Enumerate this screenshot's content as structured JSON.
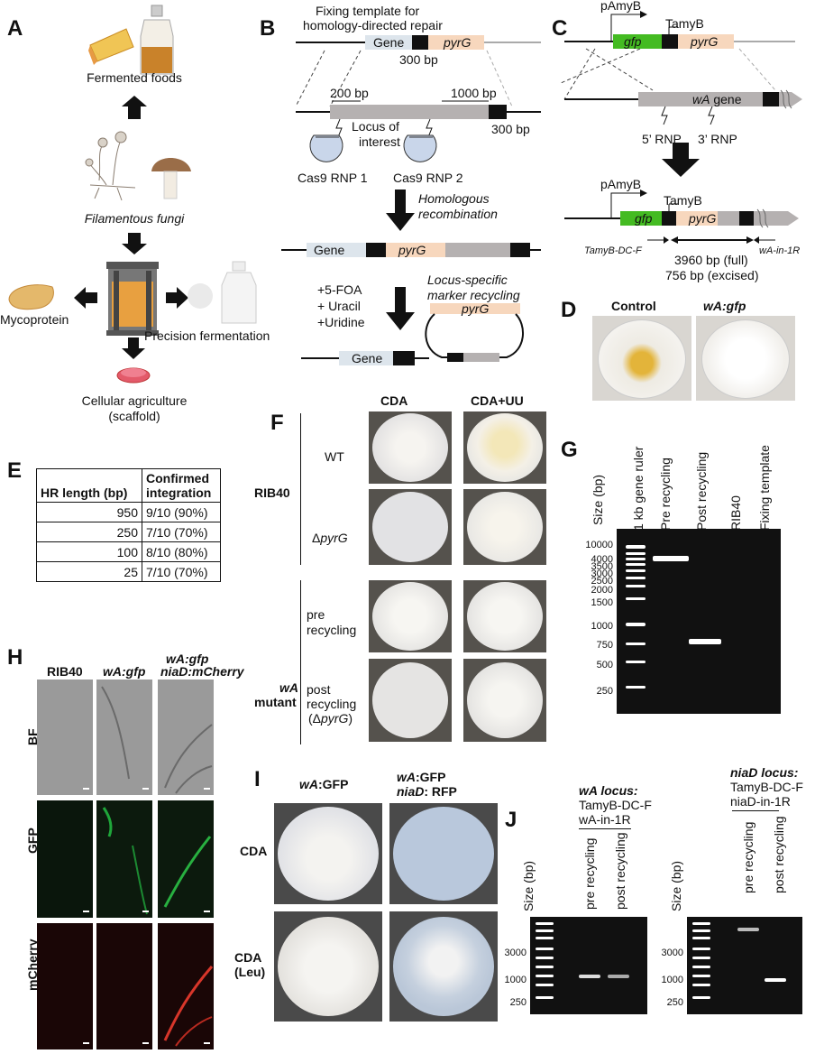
{
  "panels": {
    "A": "A",
    "B": "B",
    "C": "C",
    "D": "D",
    "E": "E",
    "F": "F",
    "G": "G",
    "H": "H",
    "I": "I",
    "J": "J"
  },
  "panelA": {
    "fermented_foods": "Fermented foods",
    "filamentous_fungi": "Filamentous fungi",
    "mycoprotein": "Mycoprotein",
    "precision_fermentation": "Precision fermentation",
    "cellular_agriculture": "Cellular agriculture",
    "scaffold": "(scaffold)"
  },
  "panelB": {
    "fixing_template_l1": "Fixing template for",
    "fixing_template_l2": "homology-directed repair",
    "gene": "Gene",
    "pyrG": "pyrG",
    "bp300_top": "300 bp",
    "bp200": "200 bp",
    "bp1000": "1000 bp",
    "bp300_right": "300 bp",
    "locus_l1": "Locus of",
    "locus_l2": "interest",
    "cas9_1": "Cas9 RNP 1",
    "cas9_2": "Cas9 RNP 2",
    "homologous_l1": "Homologous",
    "homologous_l2": "recombination",
    "gene2": "Gene",
    "pyrG2": "pyrG",
    "foa": "+5-FOA",
    "uracil": "+ Uracil",
    "uridine": "+Uridine",
    "locus_specific_l1": "Locus-specific",
    "locus_specific_l2": "marker recycling",
    "pyrG3": "pyrG",
    "gene3": "Gene"
  },
  "panelC": {
    "pAmyB": "pAmyB",
    "TamyB": "TamyB",
    "gfp": "gfp",
    "pyrG": "pyrG",
    "wA_gene_italic": "wA",
    "wA_gene_rest": " gene",
    "rnp5": "5’ RNP",
    "rnp3": "3’ RNP",
    "pAmyB2": "pAmyB",
    "TamyB2": "TamyB",
    "gfp2": "gfp",
    "pyrG2": "pyrG",
    "primer_f": "TamyB-DC-F",
    "primer_r": "wA-in-1R",
    "full": "3960 bp (full)",
    "excised": "756 bp (excised)"
  },
  "panelD": {
    "control": "Control",
    "wa_gfp": "wA:gfp"
  },
  "panelE": {
    "col1": "HR length (bp)",
    "col2_l1": "Confirmed",
    "col2_l2": "integration",
    "rows": [
      {
        "hr": "950",
        "result": "9/10 (90%)"
      },
      {
        "hr": "250",
        "result": "7/10 (70%)"
      },
      {
        "hr": "100",
        "result": "8/10 (80%)"
      },
      {
        "hr": "25",
        "result": "7/10 (70%)"
      }
    ]
  },
  "panelF": {
    "cda": "CDA",
    "cda_uu": "CDA+UU",
    "rib40": "RIB40",
    "wt": "WT",
    "delta_pyrG_delta": "Δ",
    "delta_pyrG": "pyrG",
    "pre_l1": "pre",
    "pre_l2": "recycling",
    "post_l1": "post",
    "post_l2": "recycling",
    "post_l3_a": "(Δ",
    "post_l3_b": "pyrG",
    "post_l3_c": ")",
    "wa": "wA",
    "mutant": "mutant"
  },
  "panelG": {
    "size_bp": "Size (bp)",
    "lanes": [
      "1 kb gene ruler",
      "Pre recycling",
      "Post recycling",
      "RIB40",
      "Fixing template"
    ],
    "ladder": [
      "10000",
      "4000",
      "3500",
      "3000",
      "2500",
      "2000",
      "1500",
      "1000",
      "750",
      "500",
      "250"
    ]
  },
  "panelH": {
    "cols": [
      "RIB40",
      "wA:gfp",
      "wA:gfp",
      "niaD:mCherry"
    ],
    "rows": [
      "BF",
      "GFP",
      "mCherry"
    ]
  },
  "panelI": {
    "col1_italic": "wA",
    "col1_rest": ":GFP",
    "col2_l1_italic": "wA",
    "col2_l1_rest": ":GFP",
    "col2_l2_italic": "niaD",
    "col2_l2_rest": ": RFP",
    "row1": "CDA",
    "row2_l1": "CDA",
    "row2_l2": "(Leu)"
  },
  "panelJ": {
    "wa_title": "wA locus:",
    "wa_p1": "TamyB-DC-F",
    "wa_p2": "wA-in-1R",
    "niad_title": "niaD locus:",
    "niad_p1": "TamyB-DC-F",
    "niad_p2": "niaD-in-1R",
    "pre": "pre recycling",
    "post": "post recycling",
    "size_bp": "Size (bp)",
    "ladder": [
      "3000",
      "1000",
      "250"
    ]
  },
  "colors": {
    "gene_box": "#dde5ec",
    "pyrG_box": "#f7d7bd",
    "gfp_green": "#44bb22",
    "locus_gray": "#b5b1b1",
    "arrow_black": "#111111"
  }
}
